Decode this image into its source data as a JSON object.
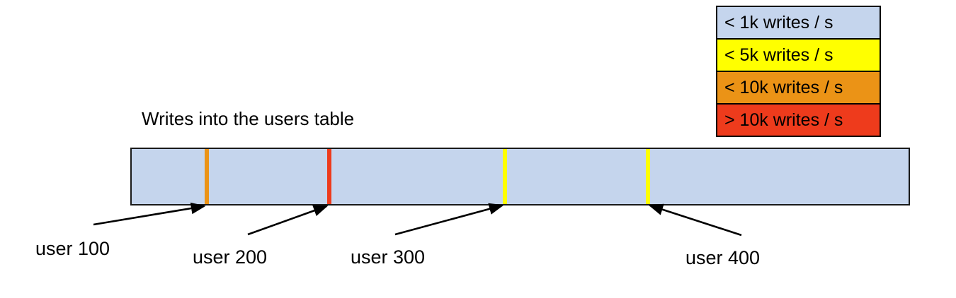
{
  "chart_data": {
    "type": "bar",
    "title": "Writes into the users table",
    "xlabel": "",
    "ylabel": "",
    "description": "A single horizontal partition bar representing the users table, colored by write throughput, with hot-spot stripes marking individual users.",
    "legend": {
      "position": "top-right",
      "entries": [
        {
          "label": "< 1k writes / s",
          "color": "#c5d5ed"
        },
        {
          "label": "< 5k writes / s",
          "color": "#ffff00"
        },
        {
          "label": "< 10k writes / s",
          "color": "#eb9316"
        },
        {
          "label": "> 10k writes / s",
          "color": "#ee3b1c"
        }
      ]
    },
    "bar": {
      "base_color": "#c5d5ed",
      "base_category": "< 1k writes / s",
      "border_color": "#1a1a1a"
    },
    "markers": [
      {
        "label": "user 100",
        "color": "#eb9316",
        "category": "< 10k writes / s",
        "position_pct": 9.6
      },
      {
        "label": "user 200",
        "color": "#ee3b1c",
        "category": "> 10k writes / s",
        "position_pct": 25.3
      },
      {
        "label": "user 300",
        "color": "#ffff00",
        "category": "< 5k writes / s",
        "position_pct": 47.9
      },
      {
        "label": "user 400",
        "color": "#ffff00",
        "category": "< 5k writes / s",
        "position_pct": 66.3
      }
    ]
  },
  "legend": {
    "entries": [
      {
        "label": "< 1k writes / s",
        "color": "#c5d5ed"
      },
      {
        "label": "< 5k writes / s",
        "color": "#ffff00"
      },
      {
        "label": "< 10k writes / s",
        "color": "#eb9316"
      },
      {
        "label": "> 10k writes / s",
        "color": "#ee3b1c"
      }
    ]
  },
  "title": "Writes into the users table",
  "markers": [
    {
      "label": "user 100",
      "color": "#eb9316"
    },
    {
      "label": "user 200",
      "color": "#ee3b1c"
    },
    {
      "label": "user 300",
      "color": "#ffff00"
    },
    {
      "label": "user 400",
      "color": "#ffff00"
    }
  ]
}
